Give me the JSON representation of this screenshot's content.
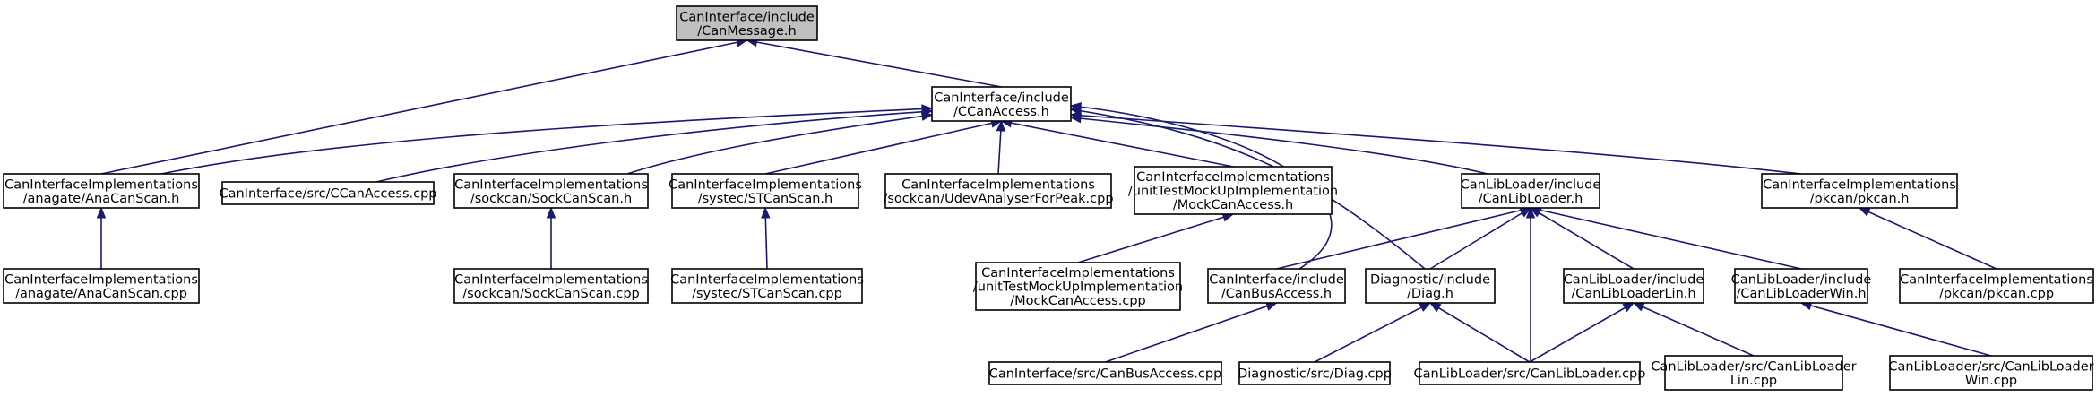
{
  "graph": {
    "edge_color": "#191970",
    "root_fill": "#bfbfbf",
    "nodes": [
      {
        "id": "canmessage",
        "lines": [
          "CanInterface/include",
          "/CanMessage.h"
        ],
        "root": true
      },
      {
        "id": "ccanaccess_h",
        "lines": [
          "CanInterface/include",
          "/CCanAccess.h"
        ]
      },
      {
        "id": "anacanscan_h",
        "lines": [
          "CanInterfaceImplementations",
          "/anagate/AnaCanScan.h"
        ]
      },
      {
        "id": "ccanaccess_cpp",
        "lines": [
          "CanInterface/src/CCanAccess.cpp"
        ]
      },
      {
        "id": "sockcanscan_h",
        "lines": [
          "CanInterfaceImplementations",
          "/sockcan/SockCanScan.h"
        ]
      },
      {
        "id": "stcanscan_h",
        "lines": [
          "CanInterfaceImplementations",
          "/systec/STCanScan.h"
        ]
      },
      {
        "id": "udevanalyser_cpp",
        "lines": [
          "CanInterfaceImplementations",
          "/sockcan/UdevAnalyserForPeak.cpp"
        ]
      },
      {
        "id": "mockcanaccess_h",
        "lines": [
          "CanInterfaceImplementations",
          "/unitTestMockUpImplementation",
          "/MockCanAccess.h"
        ]
      },
      {
        "id": "canlibloader_h",
        "lines": [
          "CanLibLoader/include",
          "/CanLibLoader.h"
        ]
      },
      {
        "id": "pkcan_h",
        "lines": [
          "CanInterfaceImplementations",
          "/pkcan/pkcan.h"
        ]
      },
      {
        "id": "anacanscan_cpp",
        "lines": [
          "CanInterfaceImplementations",
          "/anagate/AnaCanScan.cpp"
        ]
      },
      {
        "id": "sockcanscan_cpp",
        "lines": [
          "CanInterfaceImplementations",
          "/sockcan/SockCanScan.cpp"
        ]
      },
      {
        "id": "stcanscan_cpp",
        "lines": [
          "CanInterfaceImplementations",
          "/systec/STCanScan.cpp"
        ]
      },
      {
        "id": "mockcanaccess_cpp",
        "lines": [
          "CanInterfaceImplementations",
          "/unitTestMockUpImplementation",
          "/MockCanAccess.cpp"
        ]
      },
      {
        "id": "canbusaccess_h",
        "lines": [
          "CanInterface/include",
          "/CanBusAccess.h"
        ]
      },
      {
        "id": "diag_h",
        "lines": [
          "Diagnostic/include",
          "/Diag.h"
        ]
      },
      {
        "id": "canlibloaderlin_h",
        "lines": [
          "CanLibLoader/include",
          "/CanLibLoaderLin.h"
        ]
      },
      {
        "id": "canlibloaderwin_h",
        "lines": [
          "CanLibLoader/include",
          "/CanLibLoaderWin.h"
        ]
      },
      {
        "id": "pkcan_cpp",
        "lines": [
          "CanInterfaceImplementations",
          "/pkcan/pkcan.cpp"
        ]
      },
      {
        "id": "canbusaccess_cpp",
        "lines": [
          "CanInterface/src/CanBusAccess.cpp"
        ]
      },
      {
        "id": "diag_cpp",
        "lines": [
          "Diagnostic/src/Diag.cpp"
        ]
      },
      {
        "id": "canlibloader_cpp",
        "lines": [
          "CanLibLoader/src/CanLibLoader.cpp"
        ]
      },
      {
        "id": "canlibloaderlin_cpp",
        "lines": [
          "CanLibLoader/src/CanLibLoader",
          "Lin.cpp"
        ]
      },
      {
        "id": "canlibloaderwin_cpp",
        "lines": [
          "CanLibLoader/src/CanLibLoader",
          "Win.cpp"
        ]
      }
    ],
    "edges": [
      {
        "from": "canmessage",
        "to": "ccanaccess_h"
      },
      {
        "from": "canmessage",
        "to": "anacanscan_h"
      },
      {
        "from": "ccanaccess_h",
        "to": "anacanscan_h"
      },
      {
        "from": "ccanaccess_h",
        "to": "ccanaccess_cpp"
      },
      {
        "from": "ccanaccess_h",
        "to": "sockcanscan_h"
      },
      {
        "from": "ccanaccess_h",
        "to": "stcanscan_h"
      },
      {
        "from": "ccanaccess_h",
        "to": "udevanalyser_cpp"
      },
      {
        "from": "ccanaccess_h",
        "to": "mockcanaccess_h"
      },
      {
        "from": "ccanaccess_h",
        "to": "canlibloader_h"
      },
      {
        "from": "ccanaccess_h",
        "to": "pkcan_h"
      },
      {
        "from": "ccanaccess_h",
        "to": "canbusaccess_h"
      },
      {
        "from": "ccanaccess_h",
        "to": "diag_h"
      },
      {
        "from": "anacanscan_h",
        "to": "anacanscan_cpp"
      },
      {
        "from": "sockcanscan_h",
        "to": "sockcanscan_cpp"
      },
      {
        "from": "stcanscan_h",
        "to": "stcanscan_cpp"
      },
      {
        "from": "mockcanaccess_h",
        "to": "mockcanaccess_cpp"
      },
      {
        "from": "canlibloader_h",
        "to": "canbusaccess_h"
      },
      {
        "from": "canlibloader_h",
        "to": "diag_h"
      },
      {
        "from": "canlibloader_h",
        "to": "canlibloaderlin_h"
      },
      {
        "from": "canlibloader_h",
        "to": "canlibloaderwin_h"
      },
      {
        "from": "canlibloader_h",
        "to": "canlibloader_cpp"
      },
      {
        "from": "pkcan_h",
        "to": "pkcan_cpp"
      },
      {
        "from": "canbusaccess_h",
        "to": "canbusaccess_cpp"
      },
      {
        "from": "diag_h",
        "to": "diag_cpp"
      },
      {
        "from": "diag_h",
        "to": "canlibloader_cpp"
      },
      {
        "from": "canlibloaderlin_h",
        "to": "canlibloader_cpp"
      },
      {
        "from": "canlibloaderlin_h",
        "to": "canlibloaderlin_cpp"
      },
      {
        "from": "canlibloaderwin_h",
        "to": "canlibloaderwin_cpp"
      }
    ]
  }
}
